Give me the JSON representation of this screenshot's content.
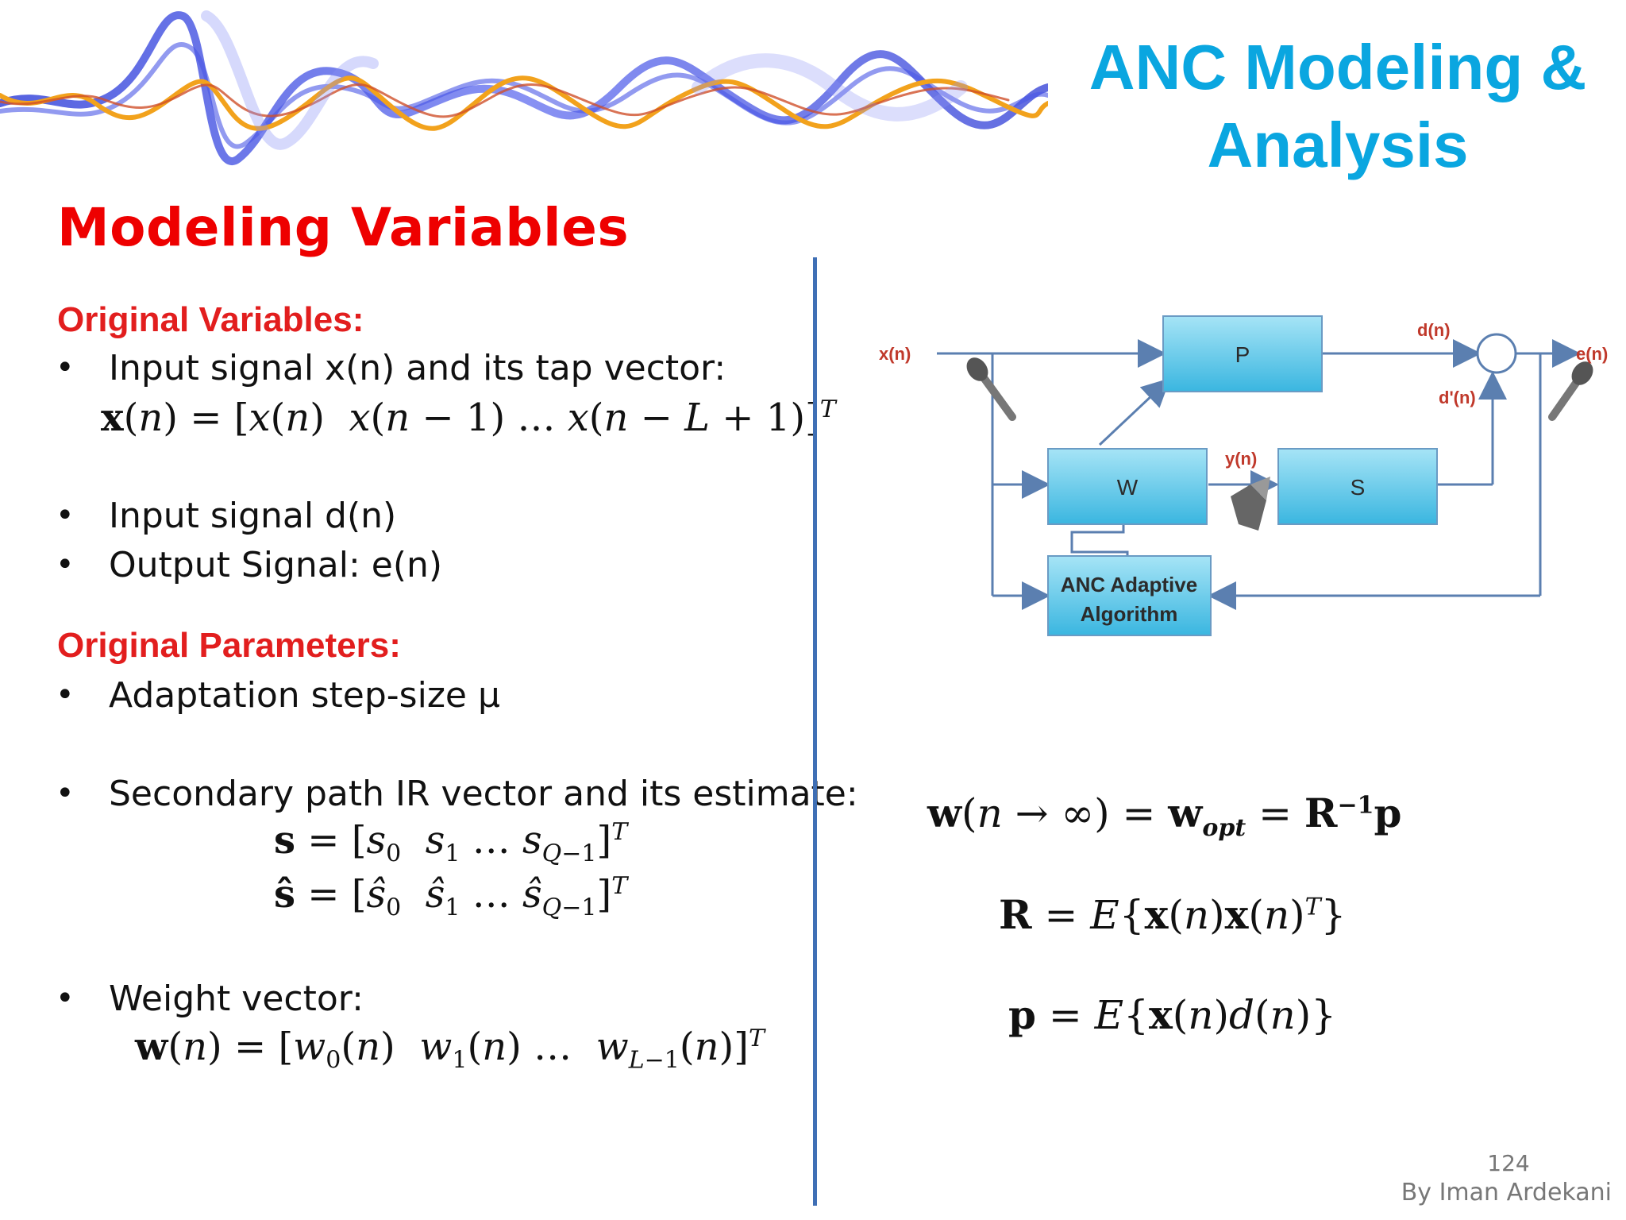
{
  "header": {
    "title_line1": "ANC Modeling &",
    "title_line2": "Analysis",
    "colors": {
      "title": "#0aa6e0",
      "section": "#ee0000",
      "divider": "#3f6fb5"
    }
  },
  "section_title": "Modeling Variables",
  "original_variables": {
    "heading": "Original Variables:",
    "bullet1": "Input signal x(n) and its tap vector:",
    "bullet1_equation": "x(n) = [x(n) x(n − 1) … x(n − L + 1)]T",
    "bullet2": "Input signal d(n)",
    "bullet3": "Output Signal: e(n)"
  },
  "original_parameters": {
    "heading": "Original Parameters:",
    "bullet1": "Adaptation step-size μ",
    "bullet2": "Secondary path IR vector and its estimate:",
    "equation_s": "s = [s0 s1 … sQ−1]T",
    "equation_s_hat": "ŝ = [ŝ0 ŝ1 … ŝQ−1]T",
    "bullet3": "Weight vector:",
    "equation_w": "w(n) = [w0(n) w1(n) … wL−1(n)]T"
  },
  "diagram": {
    "blocks": {
      "primary": "P",
      "filter": "W",
      "secondary": "S",
      "algorithm_line1": "ANC Adaptive",
      "algorithm_line2": "Algorithm"
    },
    "signals": {
      "input": "x(n)",
      "desired": "d(n)",
      "desired_prime": "d'(n)",
      "output": "y(n)",
      "error": "e(n)"
    },
    "icons": [
      "microphone-icon",
      "loudspeaker-icon",
      "summing-junction-icon"
    ]
  },
  "equations_right": {
    "eq1": "w(n → ∞) = wopt = R−1p",
    "eq2": "R = E{x(n)x(n)T}",
    "eq3": "p = E{x(n)d(n)}"
  },
  "footer": {
    "page_number": "124",
    "author": "By Iman Ardekani"
  }
}
